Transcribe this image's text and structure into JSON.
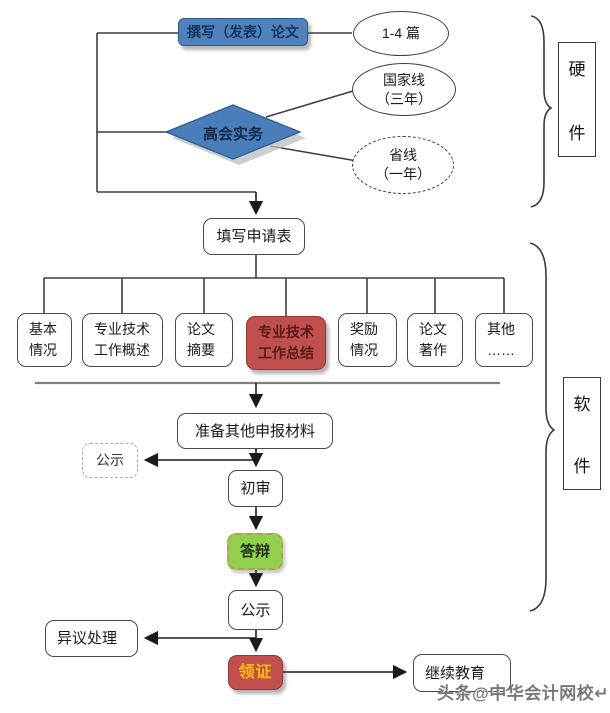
{
  "colors": {
    "flow_blue": "#4f81bd",
    "highlight_red": "#c0504d",
    "defense_green": "#92d050",
    "certificate_text_yellow": "#ffc000"
  },
  "top_section": {
    "write_paper": "撰写（发表）论文",
    "papers_count": "1-4 篇",
    "exam": "高会实务",
    "national_line": {
      "line1": "国家线",
      "line2": "（三年）"
    },
    "provincial_line": {
      "line1": "省线",
      "line2": "（一年）"
    }
  },
  "brackets": {
    "hardware": {
      "top": "硬",
      "bottom": "件"
    },
    "software": {
      "top": "软",
      "bottom": "件"
    }
  },
  "fill_form": "填写申请表",
  "materials": [
    {
      "line1": "基本",
      "line2": "情况"
    },
    {
      "line1": "专业技术",
      "line2": "工作概述"
    },
    {
      "line1": "论文",
      "line2": "摘要"
    },
    {
      "line1": "专业技术",
      "line2": "工作总结"
    },
    {
      "line1": "奖励",
      "line2": "情况"
    },
    {
      "line1": "论文",
      "line2": "著作"
    },
    {
      "line1": "其他",
      "line2": "……"
    }
  ],
  "flow": {
    "prepare": "准备其他申报材料",
    "pre_publicity": "公示",
    "first_review": "初审",
    "defense": "答辩",
    "publicity": "公示",
    "objection": "异议处理",
    "certificate": "领证",
    "continuing_education": "继续教育"
  },
  "watermark": "头条@中华会计网校↵"
}
